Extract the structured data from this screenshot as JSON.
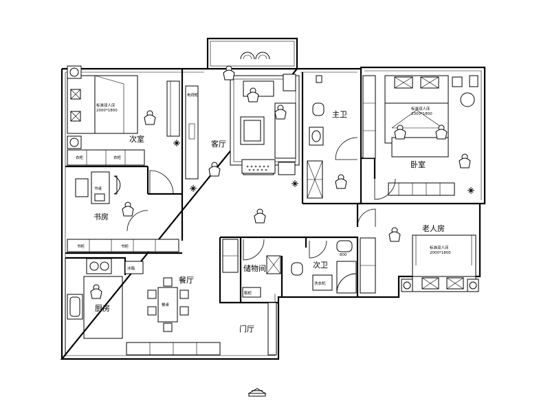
{
  "rooms": {
    "second_bedroom": "次室",
    "living_room": "客厅",
    "master_bath": "主卫",
    "master_bedroom": "卧室",
    "study": "书房",
    "elderly_room": "老人房",
    "storage": "储物间",
    "second_bath": "次卫",
    "dining": "餐厅",
    "kitchen": "厨房",
    "entrance": "门厅"
  },
  "furniture": {
    "bed_small_a": "标准双人床",
    "bed_small_a_size": "2000*1800",
    "bed_master": "标准双人床",
    "bed_master_size": "2300*1800",
    "bed_elderly": "标准双人床",
    "bed_elderly_size": "2000*1800",
    "tv_cabinet": "电视柜",
    "desk": "书桌",
    "dining_table": "餐桌",
    "fridge": "冰箱",
    "shoe_cabinet": "鞋柜",
    "washer": "洗衣机",
    "shower_size": "800",
    "wardrobe": "衣柜",
    "bookcase": "书柜"
  }
}
